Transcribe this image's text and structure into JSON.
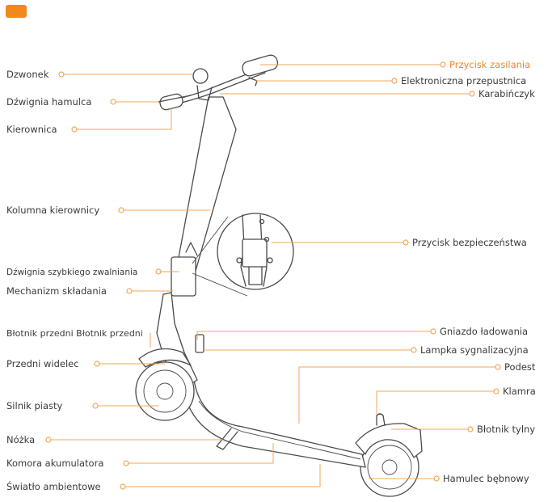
{
  "colors": {
    "accent": "#f08a1c",
    "leader": "#f0a75a",
    "text": "#3a3a3a",
    "line_art": "#4a4a4a"
  },
  "labels": {
    "left": {
      "bell": "Dzwonek",
      "brake_lever": "Dźwignia hamulca",
      "handlebar": "Kierownica",
      "steering_column": "Kolumna kierownicy",
      "quick_release_lever": "Dźwignia szybkiego zwalniania",
      "folding_mechanism": "Mechanizm składania",
      "front_fender": "Błotnik przedni Błotnik przedni",
      "front_fork": "Przedni widelec",
      "hub_motor": "Silnik piasty",
      "kickstand": "Nóżka",
      "battery_compartment": "Komora akumulatora",
      "ambient_light": "Światło ambientowe"
    },
    "right": {
      "power_button": "Przycisk zasilania",
      "electronic_throttle": "Elektroniczna przepustnica",
      "carabiner": "Karabińczyk",
      "safety_button": "Przycisk bezpieczeństwa",
      "charging_port": "Gniazdo ładowania",
      "indicator_light": "Lampka sygnalizacyjna",
      "deck": "Podest",
      "buckle": "Klamra",
      "rear_fender": "Błotnik tylny",
      "drum_brake": "Hamulec bębnowy"
    }
  }
}
